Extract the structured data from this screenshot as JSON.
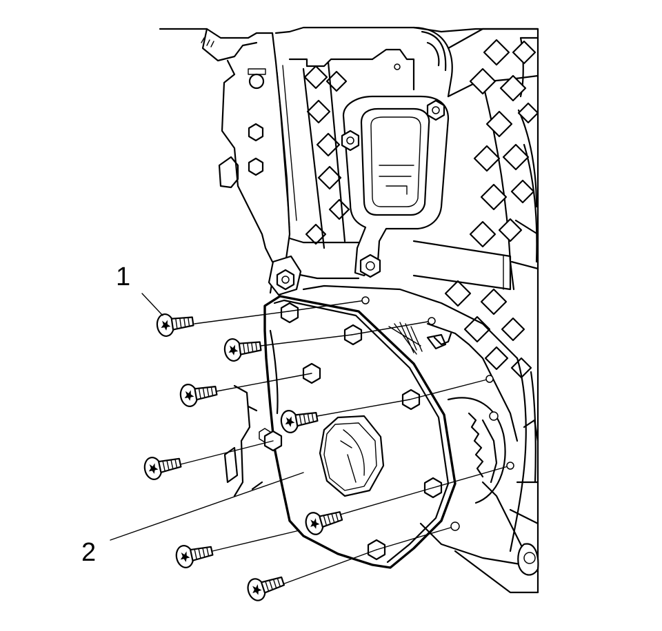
{
  "callouts": [
    {
      "id": "1",
      "label": "1"
    },
    {
      "id": "2",
      "label": "2"
    }
  ],
  "colors": {
    "background": "#ffffff",
    "line": "#000000"
  },
  "icons": {
    "bolt": "torx-flange-bolt-icon",
    "hex_head": "hex-bolt-head-icon"
  }
}
